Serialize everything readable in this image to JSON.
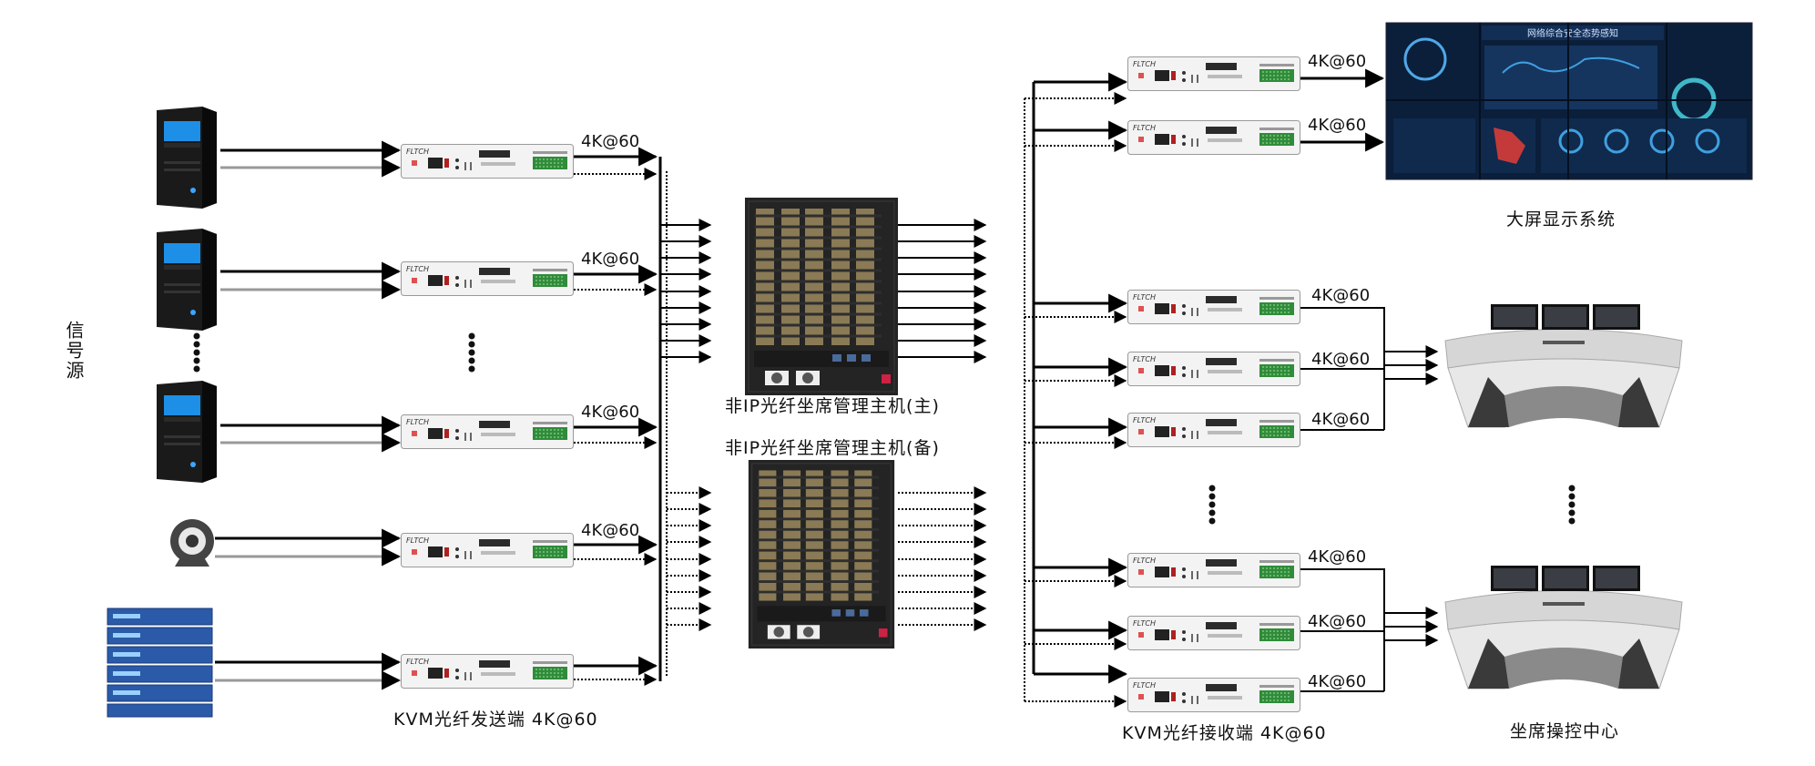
{
  "labels": {
    "signal_source": "信号源",
    "sender_caption": "KVM光纤发送端 4K@60",
    "receiver_caption": "KVM光纤接收端 4K@60",
    "host_primary": "非IP光纤坐席管理主机(主)",
    "host_backup": "非IP光纤坐席管理主机(备)",
    "big_screen": "大屏显示系统",
    "console_center": "坐席操控中心",
    "rate": "4K@60",
    "device_brand": "FLTCH"
  },
  "sources": [
    {
      "type": "pc-tower"
    },
    {
      "type": "pc-tower"
    },
    {
      "type": "pc-tower"
    },
    {
      "type": "camera"
    },
    {
      "type": "server-rack"
    }
  ],
  "dashboard": {
    "title": "网络综合安全态势感知"
  }
}
